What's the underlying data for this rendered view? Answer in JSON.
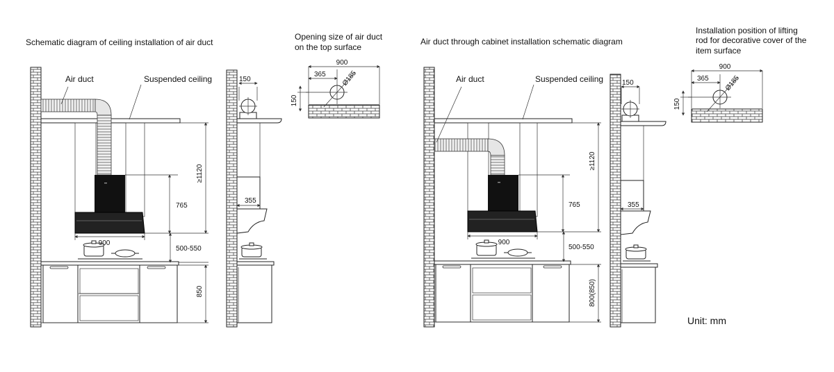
{
  "titles": {
    "ceiling": "Schematic diagram of ceiling installation of air duct",
    "opening_line1": "Opening size of air duct",
    "opening_line2": "on the top surface",
    "cabinet": "Air duct through cabinet installation schematic diagram",
    "lifting_line1": "Installation position of lifting",
    "lifting_line2": "rod for decorative cover of the",
    "lifting_line3": "item surface"
  },
  "labels": {
    "air_duct": "Air duct",
    "suspended_ceiling": "Suspended ceiling"
  },
  "dims": {
    "d900": "900",
    "d365": "365",
    "d185": "Ø185",
    "d150": "150",
    "d1120": "≥1120",
    "d765": "765",
    "d355": "355",
    "d500_550": "500-550",
    "d850": "850",
    "d800_850": "800(850)"
  },
  "unit": "Unit: mm",
  "colors": {
    "line": "#222222",
    "hood_body": "#111111",
    "hood_glass": "#2a2a2a",
    "duct_fill": "#e6e6e6"
  }
}
